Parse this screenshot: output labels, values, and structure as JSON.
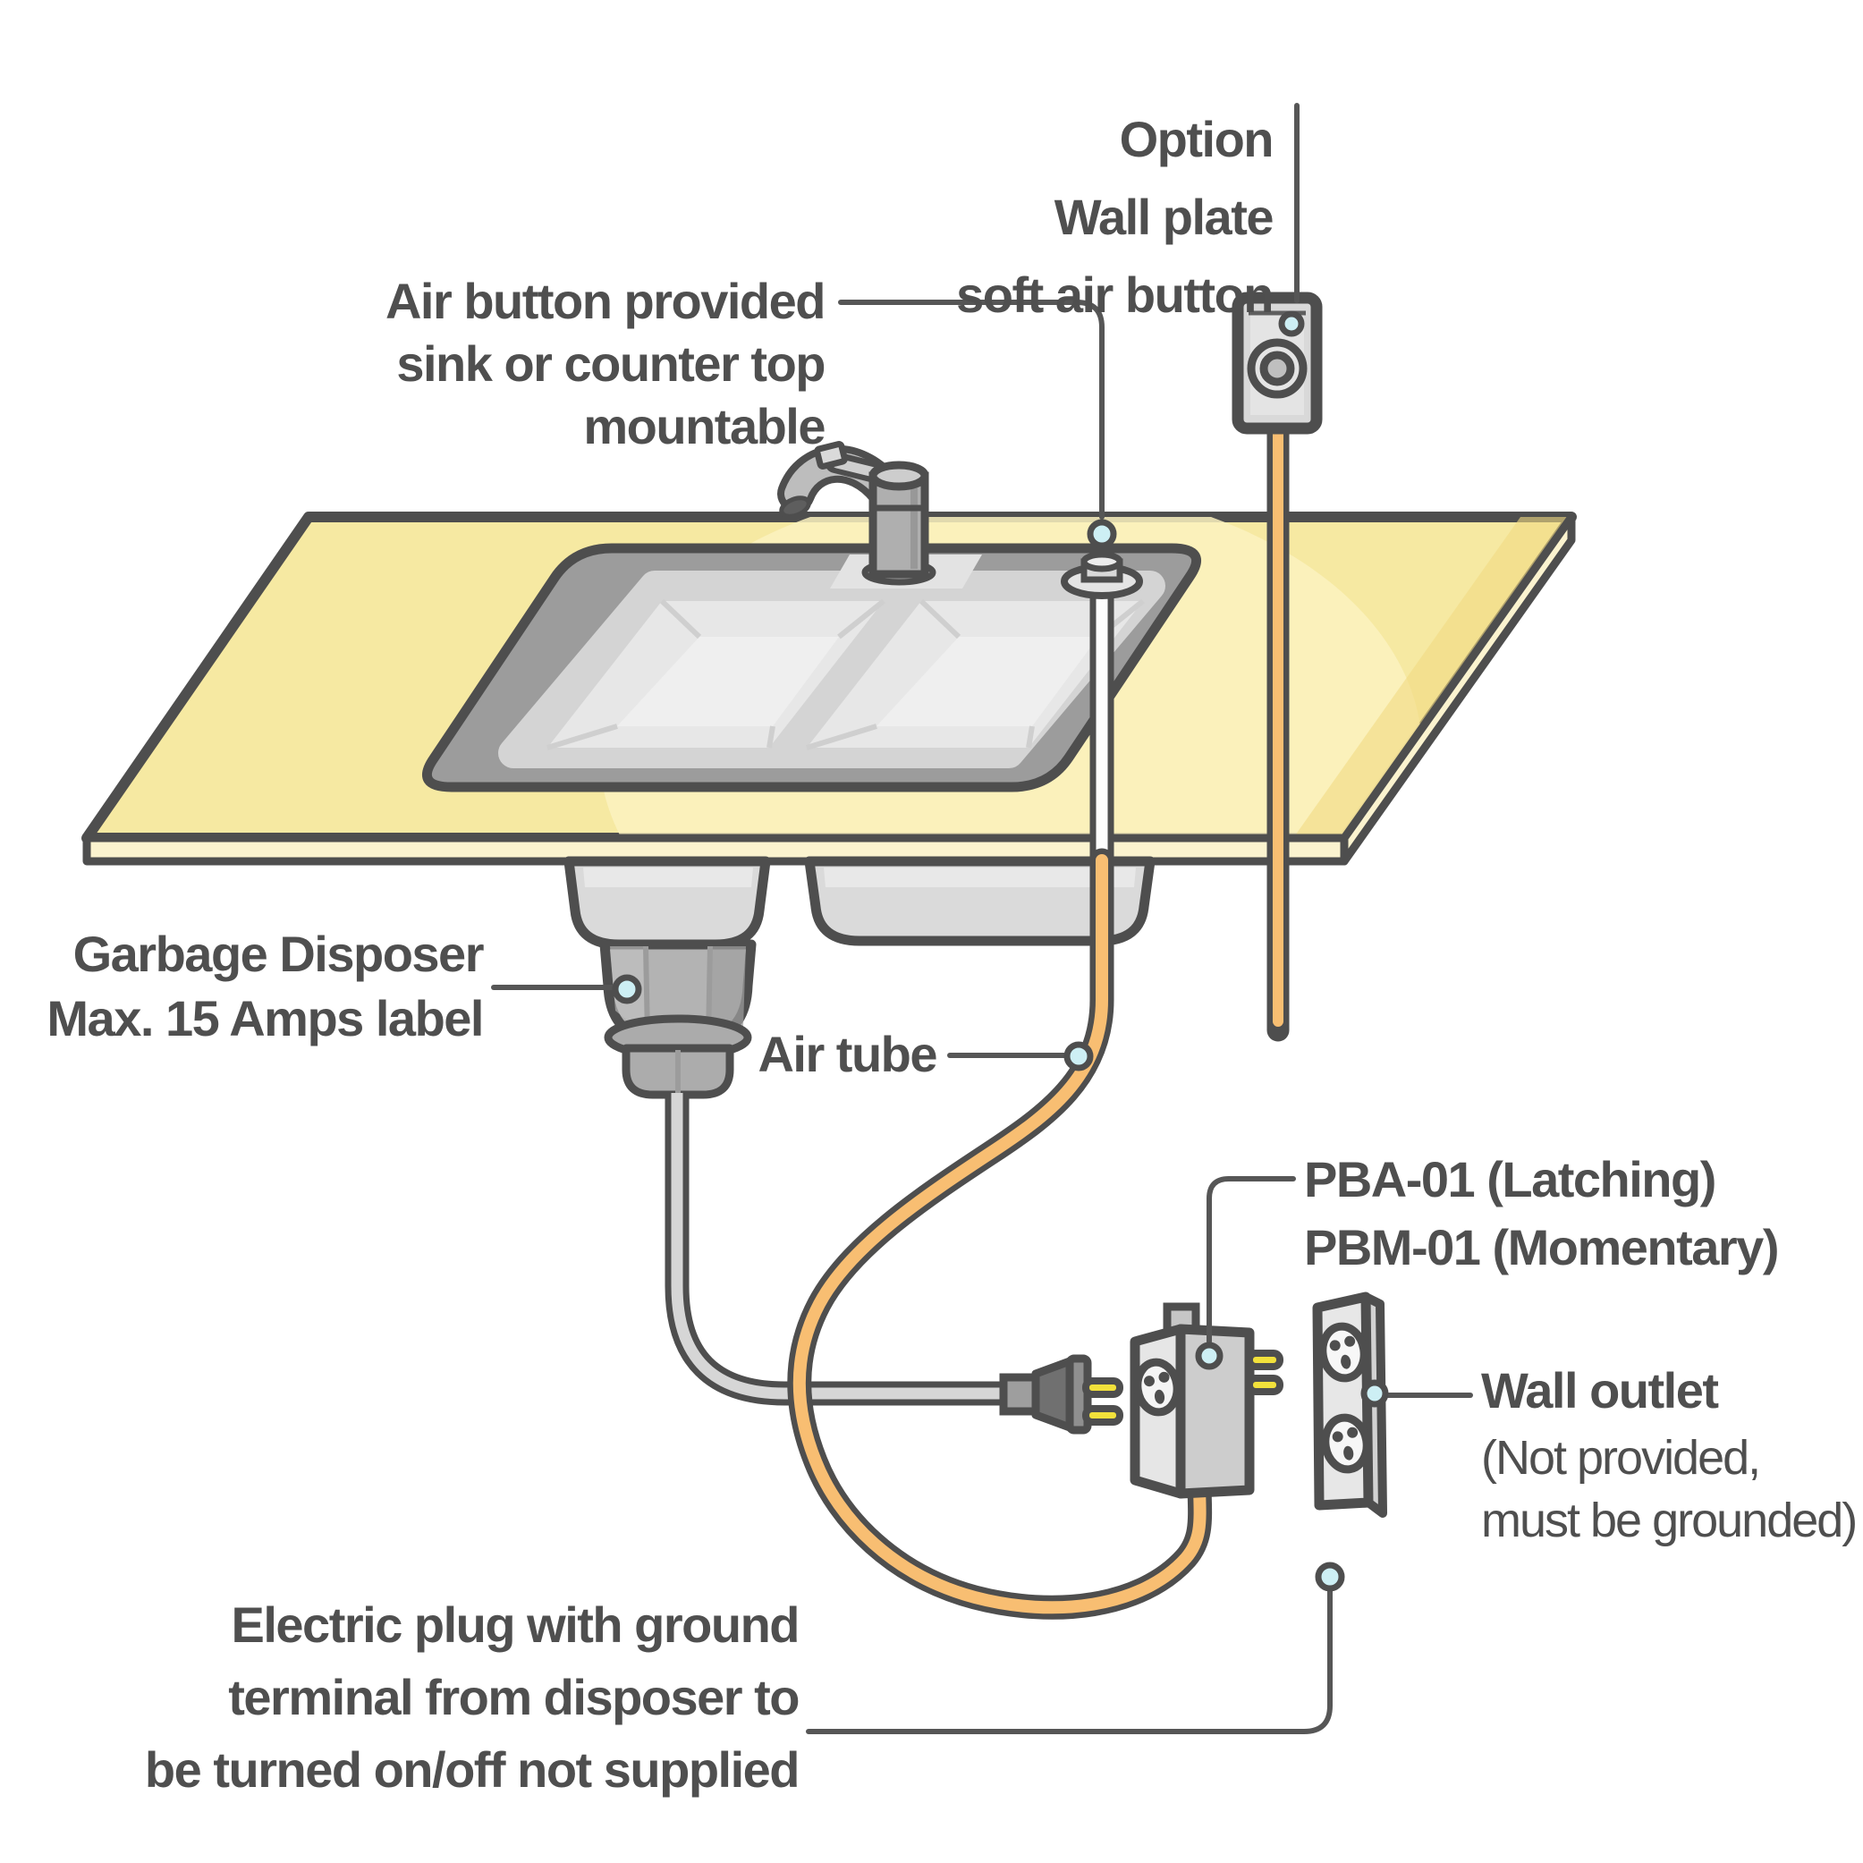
{
  "labels": {
    "option": [
      "Option",
      "Wall plate",
      "soft air button"
    ],
    "air_button": [
      "Air button provided",
      "sink or counter top",
      "mountable"
    ],
    "garbage": [
      "Garbage Disposer",
      "Max. 15 Amps label"
    ],
    "air_tube": "Air tube",
    "switch_model": [
      "PBA-01 (Latching)",
      "PBM-01 (Momentary)"
    ],
    "wall_outlet": [
      "Wall outlet",
      "(Not provided,",
      "must be grounded)"
    ],
    "electric_plug": [
      "Electric plug with ground",
      "terminal from disposer to",
      "be turned on/off not supplied"
    ]
  },
  "colors": {
    "outline": "#4e4e4e",
    "text": "#4f4f4f",
    "counter": "#f6e9a2",
    "counter_light": "#fbf2c0",
    "counter_edge": "#fbf3cf",
    "counter_shade": "#f1db82",
    "rim_gray": "#9c9c9c",
    "basin_gray": "#d4d4d4",
    "bowl_light": "#efefef",
    "tub_gray": "#dadada",
    "disposer_gray": "#b3b3b3",
    "cord_gray": "#d6d6d6",
    "tube_orange": "#f8be72",
    "prong_yellow": "#f2e13b",
    "metal_light": "#e6e6e6",
    "box_front": "#cdcdcd",
    "dot_fill": "#cdeff4"
  }
}
